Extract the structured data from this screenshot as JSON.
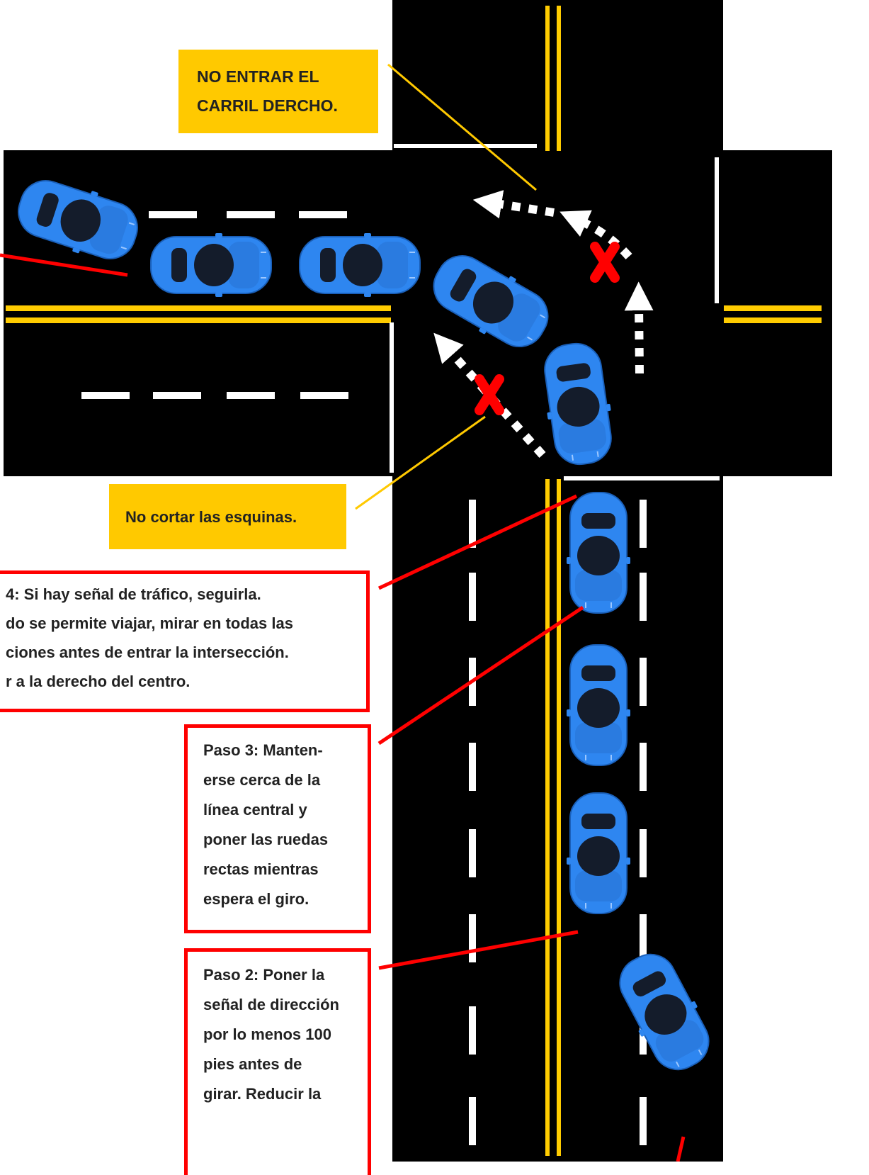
{
  "colors": {
    "road": "#000000",
    "center_line": "#ffcc00",
    "lane_marking": "#ffffff",
    "car_body": "#2e86f0",
    "car_glass": "#141c2b",
    "callout_fill": "#ffc900",
    "pointer_red": "#ff0000",
    "pointer_yellow": "#ffc900",
    "x_mark": "#ff0000"
  },
  "icons": {
    "car": "car-icon",
    "arrow": "arrow-icon",
    "x": "x-mark-icon"
  },
  "callouts": {
    "no_right_lane": {
      "lines": [
        "NO ENTRAR EL",
        "CARRIL DERCHO."
      ]
    },
    "no_cut_corners": {
      "lines": [
        "No cortar las esquinas."
      ]
    }
  },
  "steps": {
    "step4": {
      "lines": [
        "4: Si hay señal de tráfico, seguirla.",
        "do se permite viajar, mirar en todas las",
        "ciones antes de entrar la intersección.",
        "r a la derecho del centro."
      ]
    },
    "step3": {
      "lines": [
        "Paso 3: Manten-",
        "erse cerca de la",
        "línea central y",
        "poner las ruedas",
        "rectas mientras",
        "espera el giro."
      ]
    },
    "step2": {
      "lines": [
        "Paso 2: Poner la",
        "señal de dirección",
        "por lo menos 100",
        "pies antes de",
        "girar.  Reducir la"
      ]
    }
  }
}
